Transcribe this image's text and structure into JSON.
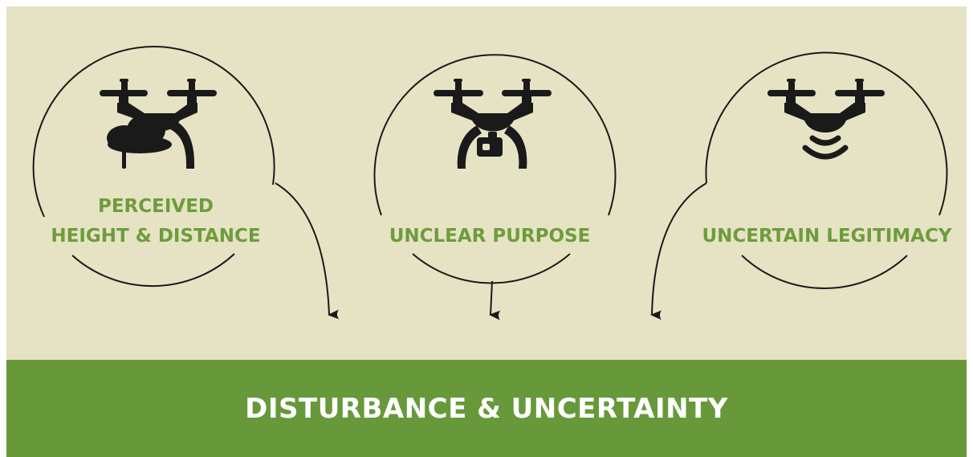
{
  "colors": {
    "panel_bg": "#e6e3c4",
    "banner_bg": "#67993a",
    "label_green": "#6e9c3c",
    "line_dark": "#1a1a1a",
    "banner_text": "#ffffff"
  },
  "circles": [
    {
      "label": "PERCEIVED\nHEIGHT & DISTANCE",
      "icon": "drone-cloud-icon"
    },
    {
      "label": "UNCLEAR PURPOSE",
      "icon": "drone-camera-icon"
    },
    {
      "label": "UNCERTAIN LEGITIMACY",
      "icon": "drone-signal-icon"
    }
  ],
  "banner": {
    "text": "DISTURBANCE & UNCERTAINTY"
  }
}
